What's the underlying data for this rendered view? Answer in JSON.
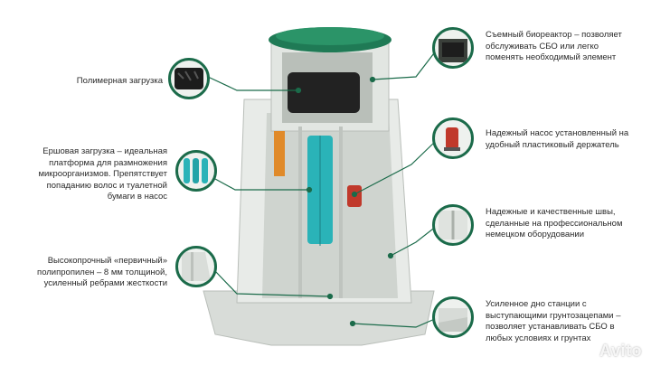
{
  "labels": {
    "polymer_fill": "Полимерная загрузка",
    "brush_fill": "Ершовая загрузка – идеальная\nплатформа для размножения\nмикроорганизмов. Препятствует\nпопаданию волос и туалетной\nбумаги в насос",
    "polypropylene": "Высокопрочный «первичный»\nполипропилен – 8 мм толщиной,\nусиленный ребрами жесткости",
    "bioreactor": "Съемный биореактор – позволяет\nобслуживать СБО или легко\nпоменять необходимый элемент",
    "pump": "Надежный насос установленный на\nудобный пластиковый держатель",
    "seams": "Надежные и качественные швы,\nсделанные на профессиональном\nнемецком оборудовании",
    "bottom": "Усиленное дно станции с\nвыступающими грунтозацепами –\nпозволяет устанавливать СБО в\nлюбых условиях и грунтах"
  },
  "watermark": "Avito",
  "colors": {
    "accent": "#1b6b4a",
    "lid": "#1f7a55",
    "tank": "#e4e7e4",
    "brush": "#2ab3b8",
    "pump": "#c0392b"
  }
}
